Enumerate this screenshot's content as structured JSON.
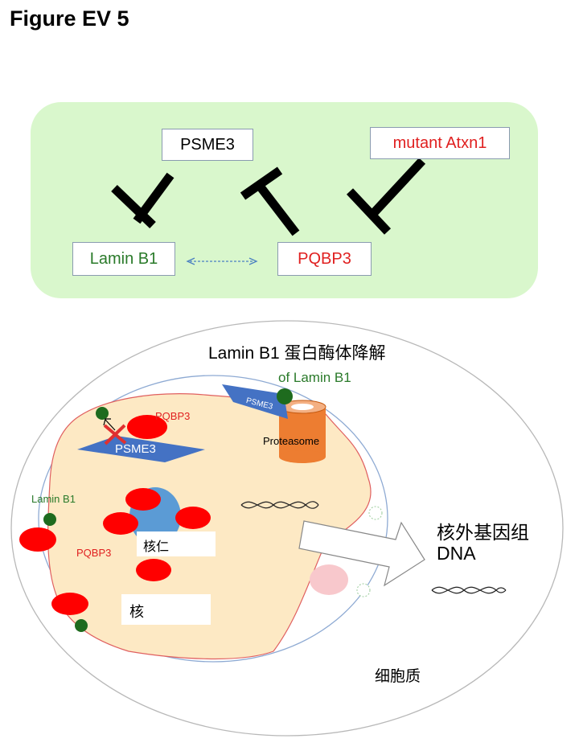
{
  "figure_title": "Figure EV 5",
  "top_panel": {
    "psme3": "PSME3",
    "mutant_atxn1": "mutant Atxn1",
    "lamin_b1": "Lamin B1",
    "pqbp3": "PQBP3"
  },
  "cell": {
    "title_line1": "Lamin B1 蛋白酶体降解",
    "title_line2": "of Lamin B1",
    "proteasome_label": "Proteasome",
    "psme3_on_proteasome": "PSME3",
    "psme3_diamond": "PSME3",
    "pqbp3_top": "PQBP3",
    "lamin_b1_left": "Lamin B1",
    "pqbp3_left": "PQBP3",
    "nucleolus": "核仁",
    "nucleus": "核",
    "extranuclear_dna_line1": "核外基因组",
    "extranuclear_dna_line2": "DNA",
    "cytoplasm": "细胞质"
  },
  "colors": {
    "panel_green": "#d9f7cc",
    "nucleus_fill": "#fde9c4",
    "red_protein": "#ff0000",
    "green_protein": "#1e6b1e",
    "psme3_blue": "#4472c4",
    "proteasome_orange": "#ed7d31",
    "label_red": "#e02020",
    "label_green": "#2a7a2a"
  }
}
